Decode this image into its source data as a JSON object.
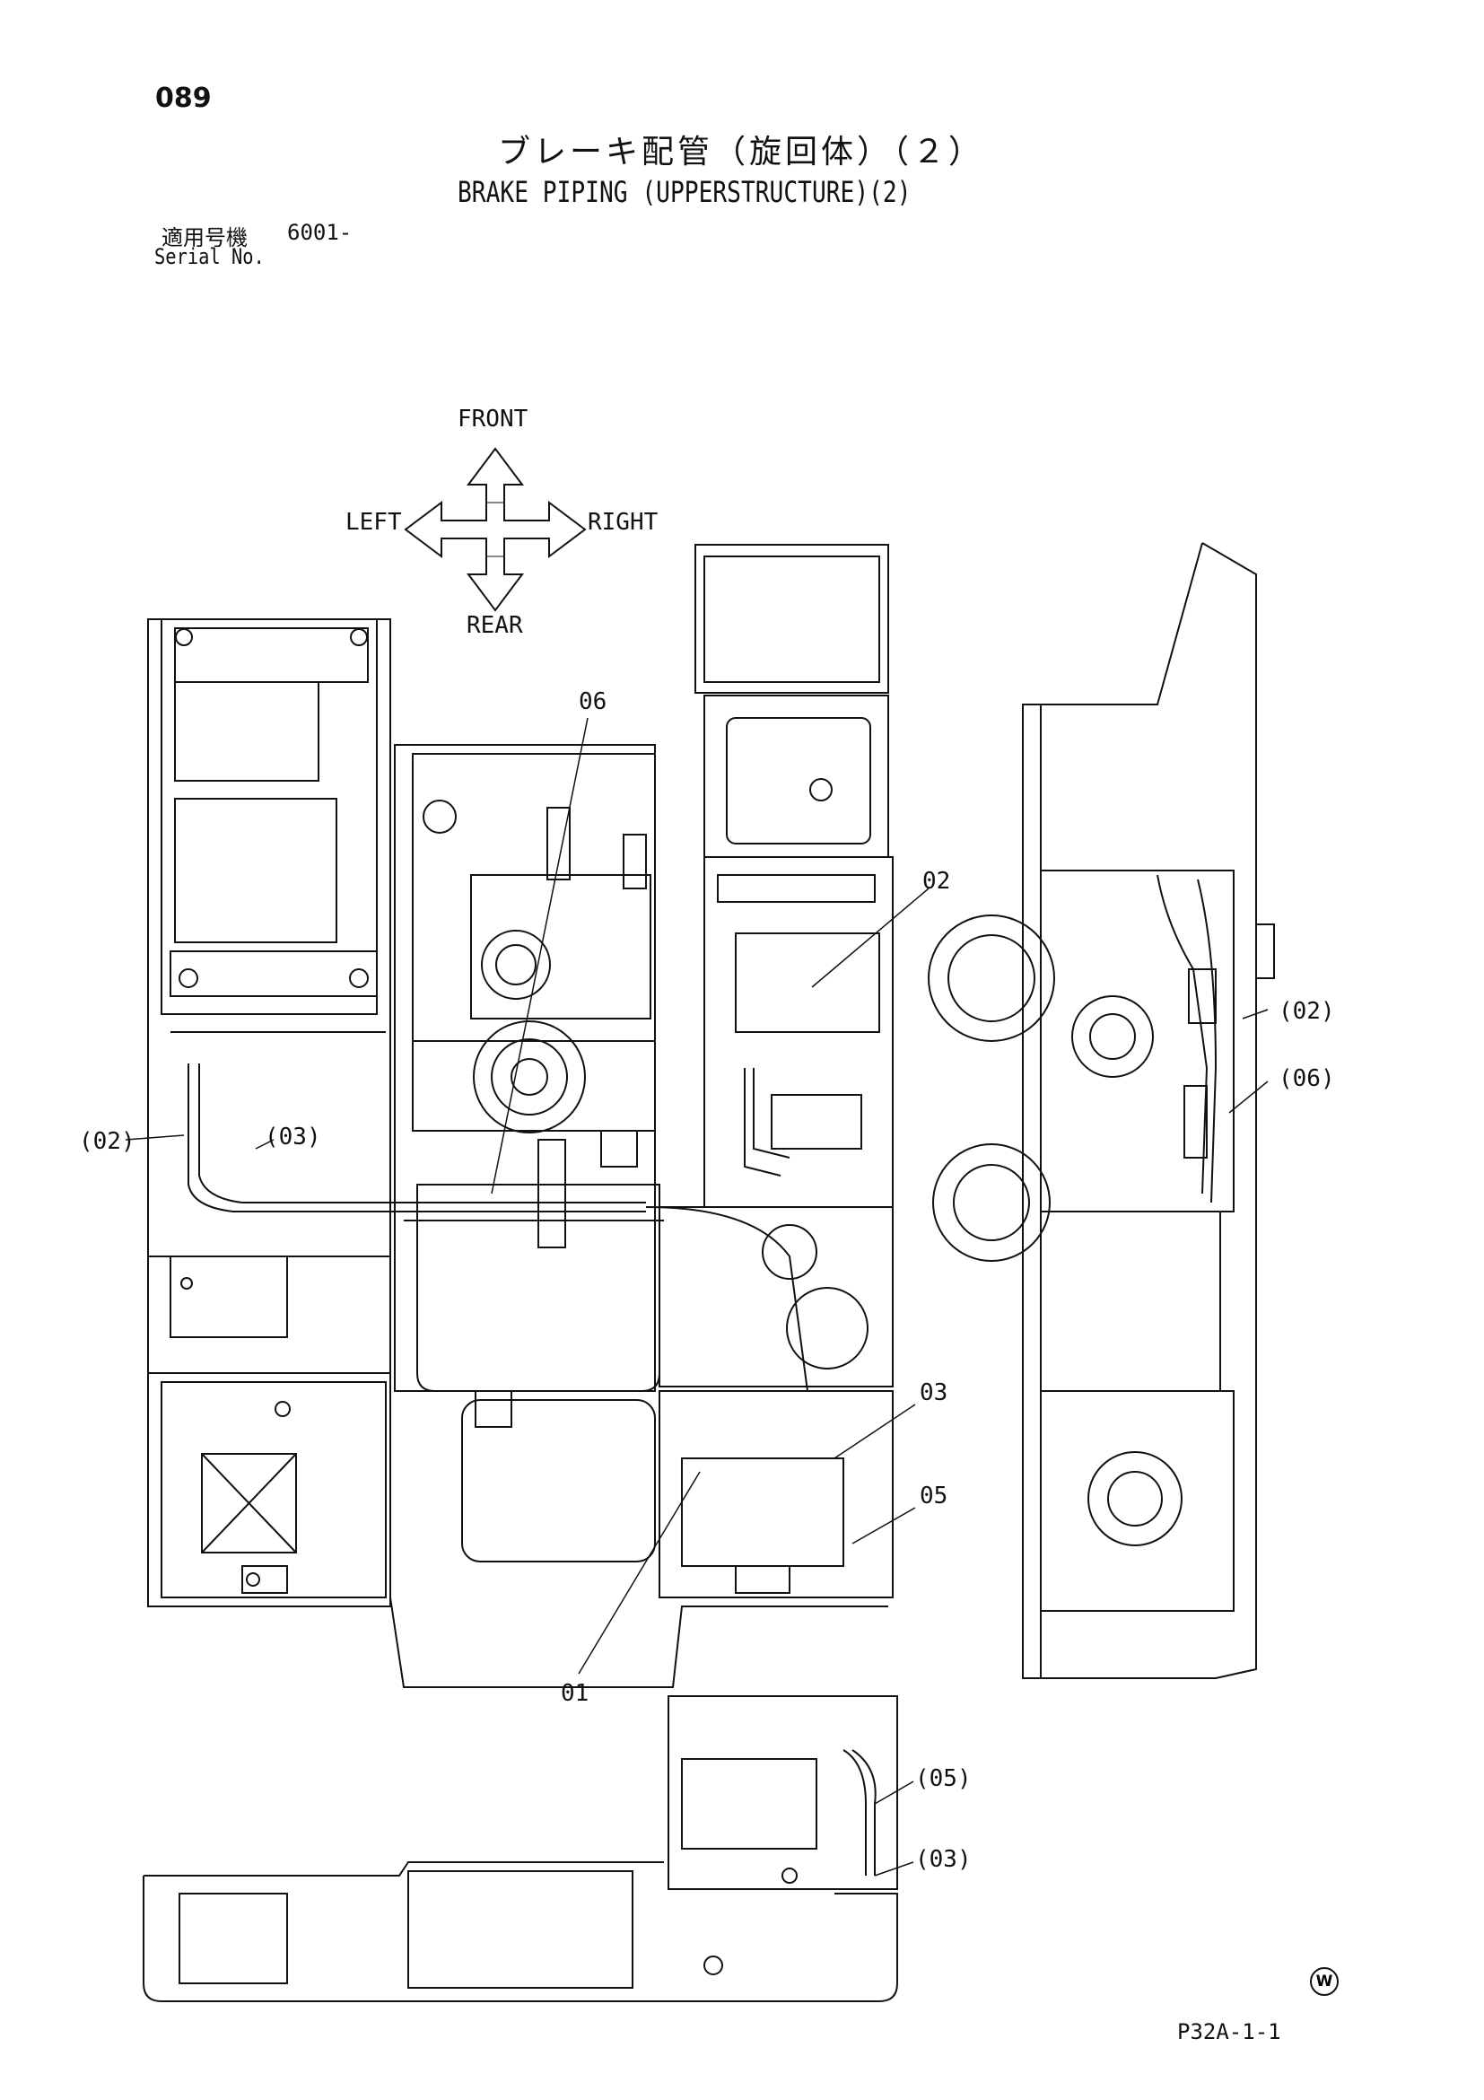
{
  "page_number": "089",
  "title_jp": "ブレーキ配管（旋回体）（２）",
  "title_en": "BRAKE PIPING (UPPERSTRUCTURE)(2)",
  "serial": {
    "label_jp": "適用号機",
    "value": "6001-",
    "label_en": "Serial No."
  },
  "direction": {
    "front": "FRONT",
    "rear": "REAR",
    "left": "LEFT",
    "right": "RIGHT"
  },
  "callouts": {
    "c06": "06",
    "c02": "02",
    "c03": "03",
    "c05": "05",
    "c01": "01",
    "c02_paren_left": "(02)",
    "c03_paren_left": "(03)",
    "c02_paren_side": "(02)",
    "c06_paren_side": "(06)",
    "c05_paren_bottom": "(05)",
    "c03_paren_bottom": "(03)"
  },
  "watermark_symbol": "W",
  "figure_code": "P32A-1-1"
}
